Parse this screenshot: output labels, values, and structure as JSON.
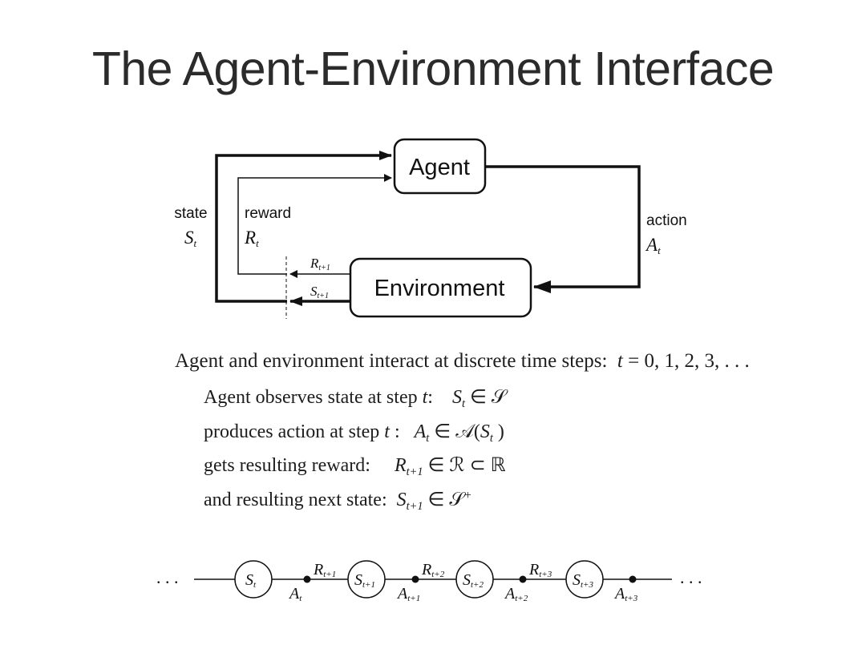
{
  "title": "The Agent-Environment Interface",
  "diagram": {
    "agent_label": "Agent",
    "environment_label": "Environment",
    "state_label": "state",
    "state_var": "S",
    "state_var_sub": "t",
    "reward_label": "reward",
    "reward_var": "R",
    "reward_var_sub": "t",
    "action_label": "action",
    "action_var": "A",
    "action_var_sub": "t",
    "next_reward_var": "R",
    "next_reward_sub": "t+1",
    "next_state_var": "S",
    "next_state_sub": "t+1"
  },
  "text": {
    "intro": "Agent and environment interact at discrete time steps:",
    "intro_math_t": "t",
    "intro_math_eq": " = ",
    "intro_math_vals": "0, 1, 2, 3, . . .",
    "line1_text": "Agent observes state at step ",
    "line1_t": "t",
    "line1_colon": ":",
    "line1_math_S": "S",
    "line1_math_sub": "t",
    "line1_math_rest": " ∈ 𝒮",
    "line2_text": "produces action at step ",
    "line2_t": "t",
    "line2_colon": " :",
    "line2_math_A": "A",
    "line2_math_sub": "t",
    "line2_math_rest": " ∈ 𝒜(",
    "line2_math_S": "S",
    "line2_math_S_sub": "t",
    "line2_math_close": " )",
    "line3_text": "gets resulting reward:",
    "line3_math_R": "R",
    "line3_math_sub": "t+1",
    "line3_math_rest": " ∈ ℛ ⊂ ℝ",
    "line4_text": "and resulting next state:",
    "line4_math_S": "S",
    "line4_math_sub": "t+1",
    "line4_math_rest": " ∈ 𝒮",
    "line4_math_sup": "+"
  },
  "trajectory": {
    "ellipsis_left": ". . .",
    "ellipsis_right": ". . .",
    "states": [
      {
        "var": "S",
        "sub": "t"
      },
      {
        "var": "S",
        "sub": "t+1"
      },
      {
        "var": "S",
        "sub": "t+2"
      },
      {
        "var": "S",
        "sub": "t+3"
      }
    ],
    "rewards": [
      {
        "var": "R",
        "sub": "t+1"
      },
      {
        "var": "R",
        "sub": "t+2"
      },
      {
        "var": "R",
        "sub": "t+3"
      }
    ],
    "actions": [
      {
        "var": "A",
        "sub": "t"
      },
      {
        "var": "A",
        "sub": "t+1"
      },
      {
        "var": "A",
        "sub": "t+2"
      },
      {
        "var": "A",
        "sub": "t+3"
      }
    ]
  }
}
